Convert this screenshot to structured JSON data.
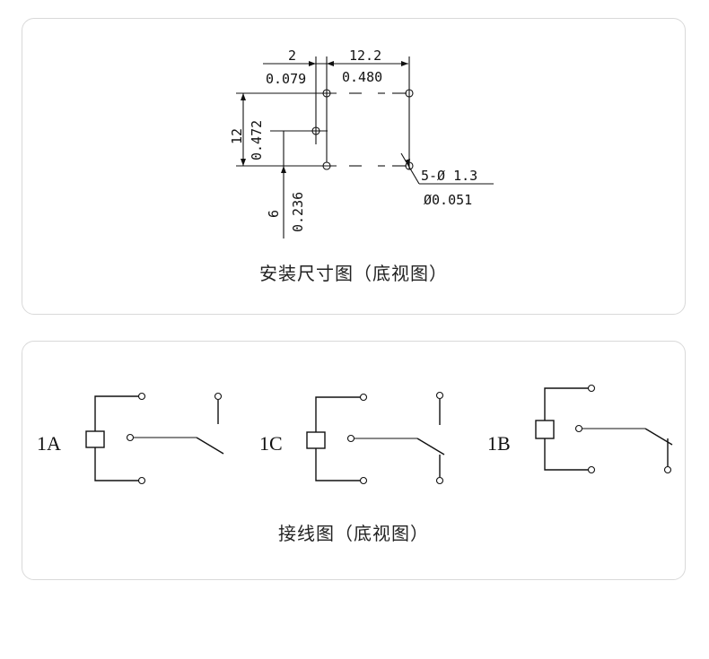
{
  "dimension_diagram": {
    "labels": {
      "dim_2": "2",
      "dim_0079": "0.079",
      "dim_122": "12.2",
      "dim_0480": "0.480",
      "dim_12": "12",
      "dim_0472": "0.472",
      "dim_6": "6",
      "dim_0236": "0.236",
      "pin_count": "5-Ø  1.3",
      "pin_dia": "Ø0.051"
    },
    "caption": "安装尺寸图（底视图）"
  },
  "wiring_diagram": {
    "variants": [
      {
        "label": "1A"
      },
      {
        "label": "1C"
      },
      {
        "label": "1B"
      }
    ],
    "caption": "接线图（底视图）"
  }
}
